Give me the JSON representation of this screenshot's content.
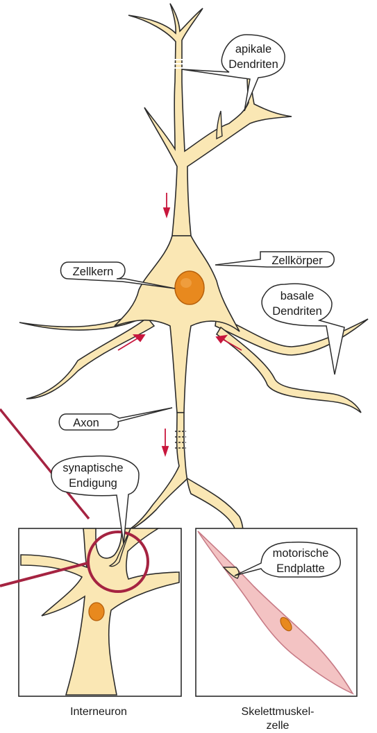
{
  "labels": {
    "apical_dendrites": [
      "apikale",
      "Dendriten"
    ],
    "cell_body": "Zellkörper",
    "nucleus": "Zellkern",
    "basal_dendrites": [
      "basale",
      "Dendriten"
    ],
    "axon": "Axon",
    "synaptic_ending": [
      "synaptische",
      "Endigung"
    ],
    "motor_end_plate": [
      "motorische",
      "Endplatte"
    ]
  },
  "captions": {
    "interneuron": "Interneuron",
    "skeletal_muscle": [
      "Skelettmuskel-",
      "zelle"
    ]
  },
  "colors": {
    "neuron_fill": "#fae7b4",
    "outline": "#2b2b2b",
    "nucleus": "#e8891e",
    "muscle_fill": "#f3c3c3",
    "muscle_outline": "#c77b86",
    "arrow": "#c8173d",
    "highlight": "#a52341"
  }
}
